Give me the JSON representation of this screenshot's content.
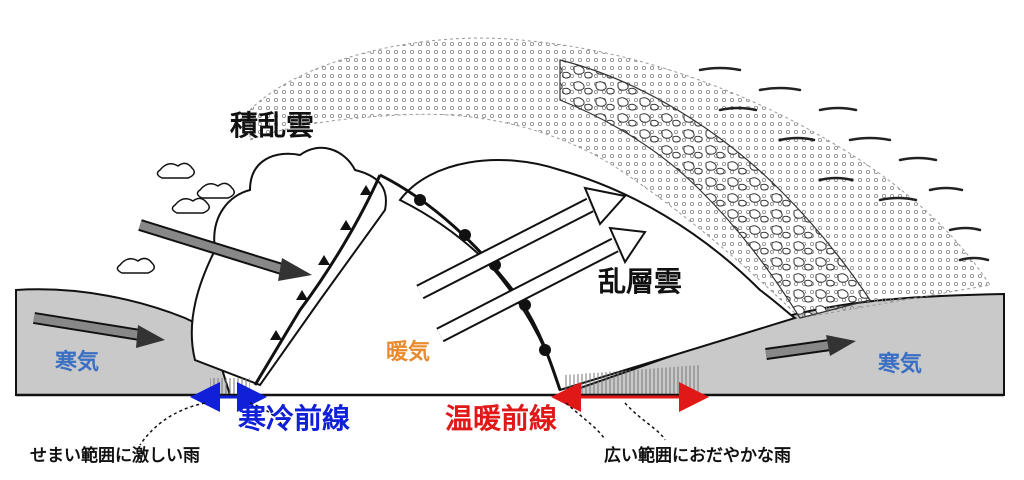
{
  "labels": {
    "cumulonimbus": "積乱雲",
    "nimbostratus": "乱層雲",
    "cold_air_left": "寒気",
    "cold_air_right": "寒気",
    "warm_air": "暖気",
    "cold_front": "寒冷前線",
    "warm_front": "温暖前線",
    "cold_front_rain": "せまい範囲に激しい雨",
    "warm_front_rain": "広い範囲におだやかな雨"
  },
  "colors": {
    "cold_air_text": "#3a6fc4",
    "warm_air_text": "#e88a2e",
    "cold_front": "#1020d8",
    "warm_front": "#e01818",
    "cold_air_fill": "#c9c9c9",
    "outline": "#111111"
  }
}
